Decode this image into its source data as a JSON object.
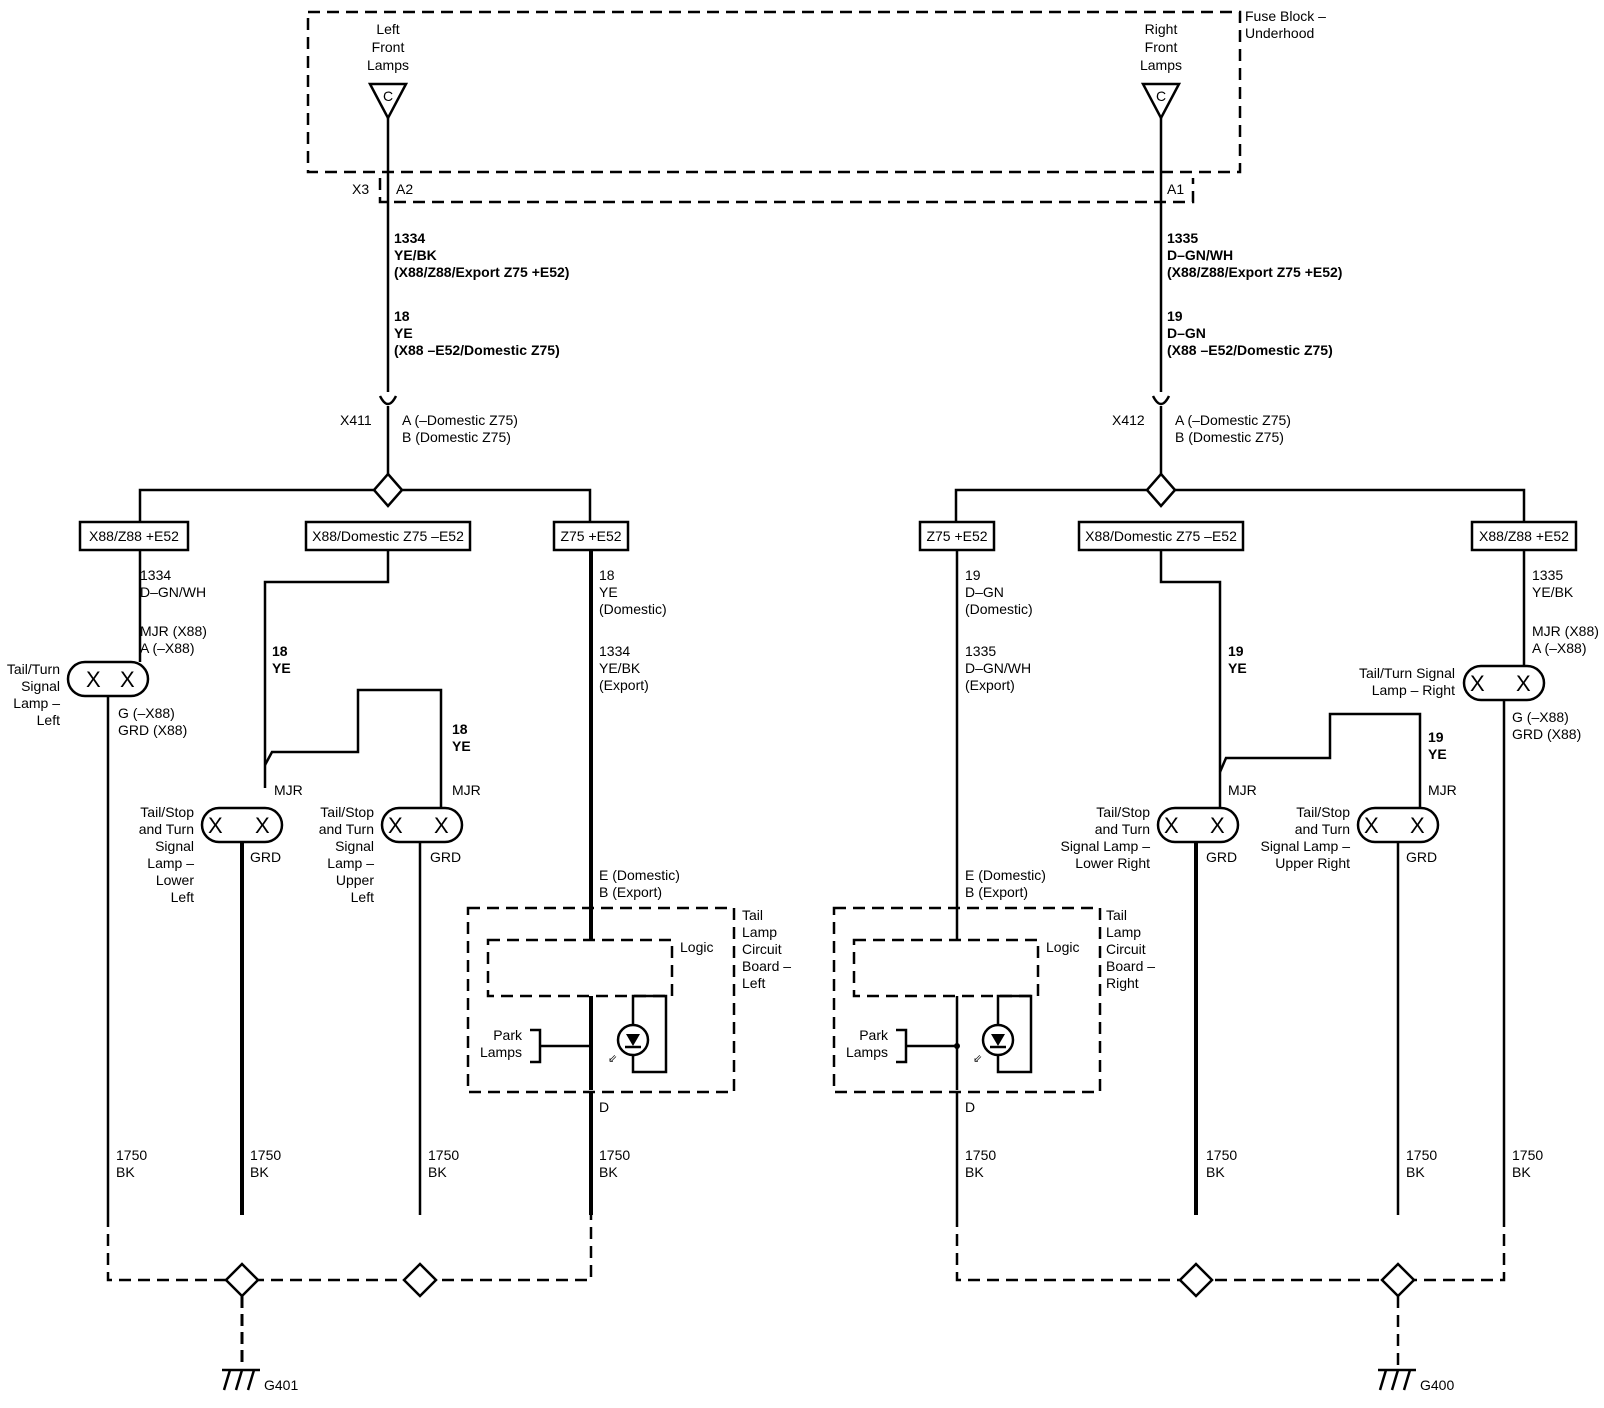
{
  "fuse_block": {
    "title_line1": "Fuse Block –",
    "title_line2": "Underhood",
    "connector_left": "X3",
    "pin_left": "A2",
    "pin_right": "A1"
  },
  "left": {
    "front_lamps": [
      "Left",
      "Front",
      "Lamps"
    ],
    "fuse_letter": "C",
    "wire1": [
      "1334",
      "YE/BK",
      "(X88/Z88/Export Z75 +E52)"
    ],
    "wire2": [
      "18",
      "YE",
      "(X88 –E52/Domestic Z75)"
    ],
    "inline_connector": "X411",
    "inline_pins": [
      "A (–Domestic Z75)",
      "B (Domestic Z75)"
    ],
    "option_boxes": [
      "X88/Z88 +E52",
      "X88/Domestic Z75 –E52",
      "Z75 +E52"
    ],
    "branch_a_wire": [
      "1334",
      "D–GN/WH"
    ],
    "branch_a_pins": [
      "MJR (X88)",
      "A (–X88)"
    ],
    "tail_turn": [
      "Tail/Turn",
      "Signal",
      "Lamp –",
      "Left"
    ],
    "tail_turn_ground_pins": [
      "G (–X88)",
      "GRD (X88)"
    ],
    "branch_b_wire": [
      "18",
      "YE"
    ],
    "branch_b2_wire": [
      "18",
      "YE"
    ],
    "mjr": "MJR",
    "grd": "GRD",
    "lower_lamp": [
      "Tail/Stop",
      "and Turn",
      "Signal",
      "Lamp –",
      "Lower",
      "Left"
    ],
    "upper_lamp": [
      "Tail/Stop",
      "and Turn",
      "Signal",
      "Lamp –",
      "Upper",
      "Left"
    ],
    "branch_c_wire": [
      "18",
      "YE",
      "(Domestic)",
      "1334",
      "YE/BK",
      "(Export)"
    ],
    "board_pins": [
      "E (Domestic)",
      "B (Export)"
    ],
    "board_label": [
      "Tail",
      "Lamp",
      "Circuit",
      "Board –",
      "Left"
    ],
    "logic": "Logic",
    "park": [
      "Park",
      "Lamps"
    ],
    "board_ground_pin": "D",
    "ground_wire": [
      "1750",
      "BK"
    ],
    "ground_id": "G401"
  },
  "right": {
    "front_lamps": [
      "Right",
      "Front",
      "Lamps"
    ],
    "fuse_letter": "C",
    "wire1": [
      "1335",
      "D–GN/WH",
      "(X88/Z88/Export Z75 +E52)"
    ],
    "wire2": [
      "19",
      "D–GN",
      "(X88 –E52/Domestic Z75)"
    ],
    "inline_connector": "X412",
    "inline_pins": [
      "A (–Domestic Z75)",
      "B (Domestic Z75)"
    ],
    "option_boxes": [
      "Z75 +E52",
      "X88/Domestic Z75 –E52",
      "X88/Z88 +E52"
    ],
    "branch_c_wire": [
      "19",
      "D–GN",
      "(Domestic)",
      "1335",
      "D–GN/WH",
      "(Export)"
    ],
    "board_pins": [
      "E (Domestic)",
      "B (Export)"
    ],
    "board_label": [
      "Tail",
      "Lamp",
      "Circuit",
      "Board –",
      "Right"
    ],
    "logic": "Logic",
    "park": [
      "Park",
      "Lamps"
    ],
    "board_ground_pin": "D",
    "branch_b_wire": [
      "19",
      "YE"
    ],
    "branch_b2_wire": [
      "19",
      "YE"
    ],
    "mjr": "MJR",
    "grd": "GRD",
    "lower_lamp": [
      "Tail/Stop",
      "and Turn",
      "Signal Lamp –",
      "Lower Right"
    ],
    "upper_lamp": [
      "Tail/Stop",
      "and Turn",
      "Signal Lamp –",
      "Upper Right"
    ],
    "branch_a_wire": [
      "1335",
      "YE/BK"
    ],
    "branch_a_pins": [
      "MJR (X88)",
      "A (–X88)"
    ],
    "tail_turn": [
      "Tail/Turn Signal",
      "Lamp – Right"
    ],
    "tail_turn_ground_pins": [
      "G (–X88)",
      "GRD (X88)"
    ],
    "ground_wire": [
      "1750",
      "BK"
    ],
    "ground_id": "G400"
  }
}
